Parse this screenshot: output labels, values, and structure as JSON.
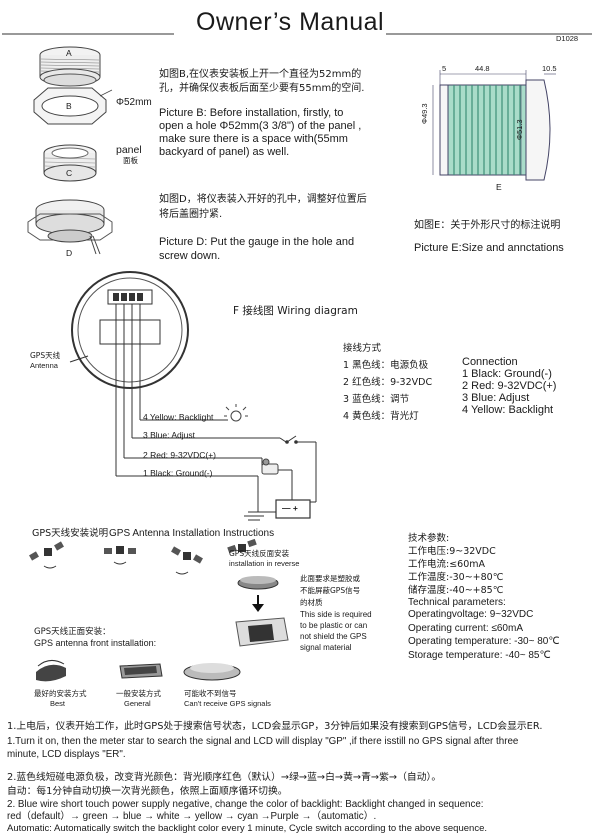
{
  "header": {
    "title": "Owner’s Manual",
    "code": "D1028"
  },
  "parts": {
    "a": "A",
    "b": "B",
    "c": "C",
    "d": "D",
    "size": "Φ52mm",
    "panel": "panel",
    "panel_cn": "面板"
  },
  "pic_b": {
    "cn1": "如图B,在仪表安装板上开一个直径为52mm的",
    "cn2": "孔，并确保仪表板后面至少要有55mm的空间.",
    "en1": "Picture B: Before installation, firstly, to",
    "en2": "open a hole Φ52mm(3 3/8\") of the panel ,",
    "en3": "make sure there is a space with(55mm",
    "en4": "backyard of panel) as well."
  },
  "pic_d": {
    "cn1": "如图D，将仪表装入开好的孔中，调整好位置后",
    "cn2": "将后盖圈拧紧.",
    "en1": "Picture D: Put the gauge in the hole and",
    "en2": "screw down."
  },
  "pic_e": {
    "dim_top": "44.8",
    "dim_small": "5",
    "dim_tiny": "10.5",
    "dim_left": "Φ49.3",
    "dim_right": "Φ51.3",
    "label": "E",
    "cn": "如图E：关于外形尺寸的标注说明",
    "en": "Picture E:Size and annctations"
  },
  "wiring": {
    "title": "F 接线图 Wiring diagram",
    "antenna_cn": "GPS天线",
    "antenna_en": "Antenna",
    "w4": "4 Yellow: Backlight",
    "w3": "3 Blue: Adjust",
    "w2": "2 Red: 9-32VDC(+)",
    "w1": "1 Black: Ground(-)",
    "battery": "— +"
  },
  "connection_cn": {
    "title": "接线方式",
    "l1": "1 黑色线：电源负极",
    "l2": "2 红色线：9-32VDC",
    "l3": "3 蓝色线：调节",
    "l4": "4 黄色线：背光灯"
  },
  "connection_en": {
    "title": "Connection",
    "l1": "1 Black: Ground(-)",
    "l2": "2 Red: 9-32VDC(+)",
    "l3": "3 Blue: Adjust",
    "l4": "4 Yellow:  Backlight"
  },
  "gps": {
    "title_cn": "GPS天线安装说明",
    "title_en": "GPS Antenna Installation Instructions",
    "reverse_cn": "GPS天线反面安装",
    "reverse_en": "installation in reverse",
    "note_cn1": "此面要求是塑胶或",
    "note_cn2": "不能屏蔽GPS信号",
    "note_cn3": "的材质",
    "note_en1": "This side is required",
    "note_en2": " to be plastic or can",
    "note_en3": "not shield the GPS",
    "note_en4": "signal material",
    "front_cn": "GPS天线正面安装：",
    "front_en": "GPS antenna front installation:",
    "best_cn": "最好的安装方式",
    "best_en": "Best",
    "general_cn": "一般安装方式",
    "general_en": "General",
    "cant_cn": "可能收不到信号",
    "cant_en": "Can't receive  GPS signals"
  },
  "specs": {
    "title_cn": "技术参数:",
    "v_cn": "工作电压:9~32VDC",
    "i_cn": "工作电流:≤60mA",
    "t_cn": "工作温度:-30~+80℃",
    "s_cn": "储存温度:-40~+85℃",
    "title_en": "Technical parameters:",
    "v_en": "Operatingvoltage: 9~32VDC",
    "i_en": "Operating current: ≤60mA",
    "t_en": "Operating temperature: -30~ 80℃",
    "s_en": "Storage temperature: -40~ 85℃"
  },
  "notes": {
    "n1_cn": "1.上电后，仪表开始工作，此时GPS处于搜索信号状态，LCD会显示GP，3分钟后如果没有搜索到GPS信号，LCD会显示ER.",
    "n1_en1": "1.Turn it on, then the meter star to search the signal and LCD will display \"GP\" ,if there isstill no GPS signal after three",
    "n1_en2": "minute, LCD displays \"ER\".",
    "n2_cn1": "2.蓝色线短碰电源负极，改变背光颜色：背光顺序红色（默认）→绿→蓝→白→黄→青→紫→（自动）。",
    "n2_cn2": "自动：每1分钟自动切换一次背光颜色，依照上面顺序循环切换。",
    "n2_en1": "2. Blue wire short touch power supply negative, change the color of backlight:  Backlight  changed  in  sequence:",
    "n2_en2": "red（default）→ green → blue → white → yellow → cyan →Purple →（automatic）.",
    "n2_en3": "Automatic:  Automatically  switch  the  backlight  color  every  1  minute,  Cycle  switch  according  to  the  above  sequence."
  }
}
